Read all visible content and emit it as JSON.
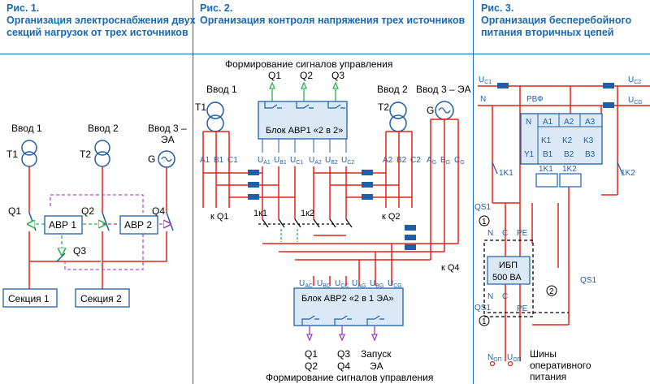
{
  "fig1": {
    "num": "Рис. 1.",
    "title1": "Организация электроснабжения двух",
    "title2": "секций нагрузок от трех источников",
    "input1": "Ввод 1",
    "input2": "Ввод 2",
    "input3a": "Ввод 3 –",
    "input3b": "ЭА",
    "t1": "T1",
    "t2": "T2",
    "g": "G",
    "q1": "Q1",
    "q2": "Q2",
    "q3": "Q3",
    "q4": "Q4",
    "avr1": "АВР 1",
    "avr2": "АВР 2",
    "sec1": "Секция 1",
    "sec2": "Секция 2"
  },
  "fig2": {
    "num": "Рис. 2.",
    "title": "Организация контроля напряжения трех источников",
    "signals_top": "Формирование сигналов управления",
    "signals_bottom": "Формирование сигналов управления",
    "q1": "Q1",
    "q2": "Q2",
    "q3": "Q3",
    "input1": "Ввод 1",
    "input2": "Ввод 2",
    "input3": "Ввод 3 – ЭА",
    "t1": "T1",
    "t2": "T2",
    "g": "G",
    "block1": "Блок АВР1 «2 в 2»",
    "block2": "Блок АВР2 «2 в 1 ЭА»",
    "a1": "A1",
    "b1": "B1",
    "c1": "C1",
    "a2": "A2",
    "b2": "B2",
    "c2": "C2",
    "ag": "A",
    "bg": "B",
    "cg": "C",
    "gsub": "G",
    "ua1": "U",
    "ua1s": "A1",
    "ub1": "U",
    "ub1s": "B1",
    "uc1": "U",
    "uc1s": "C1",
    "ua2": "U",
    "ua2s": "A2",
    "ub2": "U",
    "ub2s": "B2",
    "uc2": "U",
    "uc2s": "C2",
    "uac": "U",
    "uacs": "AC",
    "ubc": "U",
    "ubcs": "BC",
    "ucc": "U",
    "uccs": "CC",
    "uag": "U",
    "uags": "AG",
    "ubg": "U",
    "ubgs": "BG",
    "ucg": "U",
    "ucgs": "CG",
    "kq1": "к Q1",
    "kq2": "к Q2",
    "kq4": "к Q4",
    "k1": "1к1",
    "k2": "1к2",
    "outq1": "Q1",
    "outq2": "Q2",
    "outq3": "Q3",
    "outq4": "Q4",
    "start1": "Запуск",
    "start2": "ЭА"
  },
  "fig3": {
    "num": "Рис. 3.",
    "title1": "Организация бесперебойного",
    "title2": "питания вторичных цепей",
    "uc1": "U",
    "uc1s": "C1",
    "uc2": "U",
    "uc2s": "C2",
    "ucg": "U",
    "ucgs": "CG",
    "n": "N",
    "rvf": "РВФ",
    "n2": "N",
    "a1": "A1",
    "a2": "A2",
    "a3": "A3",
    "k1": "K1",
    "k2": "K2",
    "k3": "K3",
    "y1": "Y1",
    "b1": "B1",
    "b2": "B2",
    "b3": "B3",
    "r1k1": "1K1",
    "r1k2": "1K2",
    "s1k1": "1K1",
    "s1k2": "1K2",
    "qs1a": "QS1",
    "qs1b": "QS1",
    "qs1c": "QS1",
    "c1": "1",
    "c2": "2",
    "c3": "1",
    "tn": "N",
    "tc": "C",
    "tpe": "PE",
    "ups1": "ИБП",
    "ups2": "500 ВА",
    "bn": "N",
    "bc": "C",
    "bpe": "PE",
    "non": "N",
    "nons": "ОП",
    "uon": "U",
    "uons": "ОП",
    "bus1": "Шины",
    "bus2": "оперативного",
    "bus3": "питания"
  },
  "colors": {
    "title": "#1769b3",
    "red": "#e2231a",
    "blue": "#1f5fa8",
    "green": "#2bb24c",
    "purple": "#9b3fb5",
    "magenta_dash": "#b04fc0",
    "box_fill": "#dbe8f5"
  }
}
